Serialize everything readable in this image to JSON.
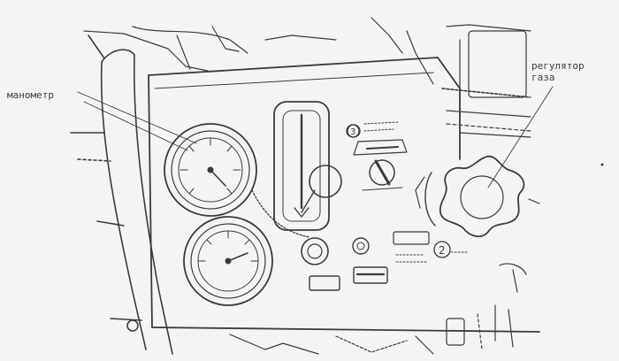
{
  "labels": {
    "manometer": "манометр",
    "gas_regulator_line1": "регулятор",
    "gas_regulator_line2": "газа"
  },
  "panel_markings": {
    "circle_mark_upper": "3",
    "circle_mark_lower": "2"
  },
  "colors": {
    "ink": "#3b3b3b",
    "paper": "#f4f4f2"
  }
}
